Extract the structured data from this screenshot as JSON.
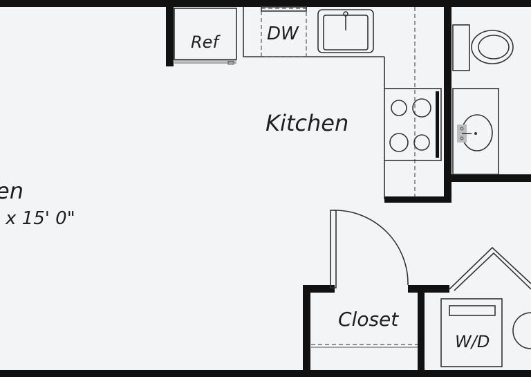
{
  "labels": {
    "ref": "Ref",
    "dw": "DW",
    "kitchen": "Kitchen",
    "room_name_partial": "en",
    "room_dims_partial": "x 15' 0\"",
    "closet": "Closet",
    "wd": "W/D"
  },
  "colors": {
    "wall": "#111111",
    "background": "#f3f4f5",
    "fixture_line": "#333333"
  }
}
